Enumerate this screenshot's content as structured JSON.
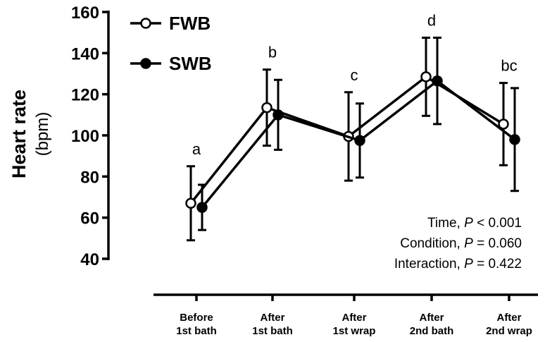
{
  "chart_data": {
    "type": "line",
    "ylabel": "Heart rate",
    "ylabel_unit": "(bpm)",
    "xlabel": "",
    "ylim": [
      40,
      160
    ],
    "yticks": [
      40,
      60,
      80,
      100,
      120,
      140,
      160
    ],
    "grid": false,
    "legend_position": "top-left",
    "categories": [
      [
        "Before",
        "1st bath"
      ],
      [
        "After",
        "1st bath"
      ],
      [
        "After",
        "1st wrap"
      ],
      [
        "After",
        "2nd bath"
      ],
      [
        "After",
        "2nd wrap"
      ]
    ],
    "series": [
      {
        "name": "FWB",
        "marker": "open-circle",
        "values": [
          67,
          113.5,
          99.5,
          128.5,
          105.5
        ],
        "error": [
          18,
          18.5,
          21.5,
          19,
          20
        ]
      },
      {
        "name": "SWB",
        "marker": "filled-circle",
        "values": [
          65,
          110,
          97.5,
          126.5,
          98
        ],
        "error": [
          11,
          17,
          18,
          21,
          25
        ]
      }
    ],
    "significance_letters": [
      "a",
      "b",
      "c",
      "d",
      "bc"
    ],
    "annotations": [
      {
        "label": "Time, ",
        "p": "P",
        "rest": " < 0.001"
      },
      {
        "label": "Condition, ",
        "p": "P",
        "rest": " = 0.060"
      },
      {
        "label": "Interaction, ",
        "p": "P",
        "rest": " = 0.422"
      }
    ],
    "colors": {
      "line": "#000000",
      "open_fill": "#ffffff",
      "filled": "#000000"
    }
  }
}
